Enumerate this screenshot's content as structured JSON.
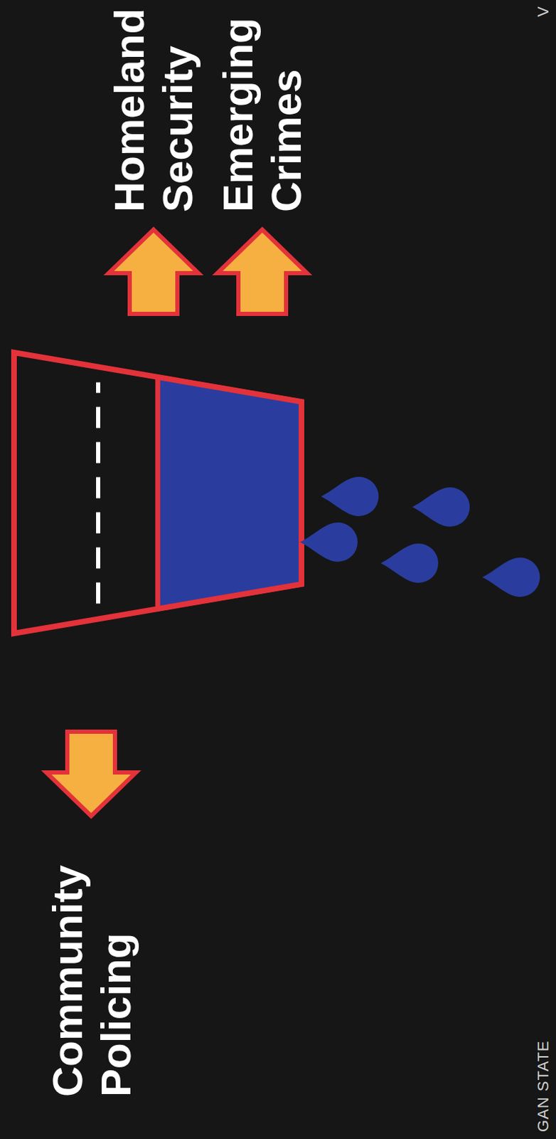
{
  "diagram": {
    "labels": [
      "Homeland Security",
      "Emerging Crimes",
      "Community Policing",
      "GAN STATE",
      "V"
    ]
  }
}
